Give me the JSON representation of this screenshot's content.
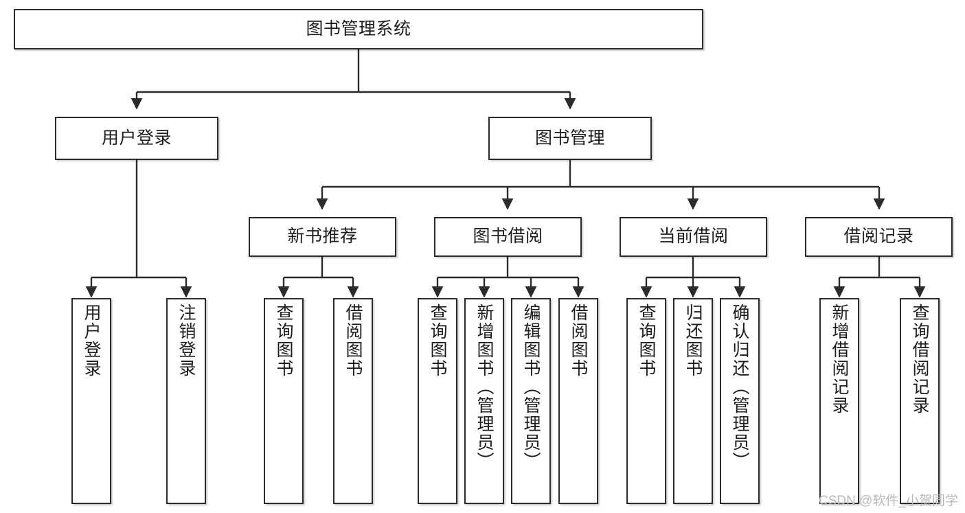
{
  "diagram": {
    "title": "图书管理系统",
    "type": "tree-hierarchy",
    "watermark": "CSDN @软件_小贺同学",
    "colors": {
      "box_border": "#2b2b2b",
      "box_fill": "#ffffff",
      "edge": "#2b2b2b",
      "text": "#1c1c1c",
      "watermark": "#b9b9b9",
      "background": "#ffffff"
    },
    "levels": {
      "root": {
        "id": "root",
        "label": "图书管理系统",
        "orientation": "horizontal"
      },
      "level2": [
        {
          "id": "user-login",
          "label": "用户登录",
          "orientation": "horizontal"
        },
        {
          "id": "book-management",
          "label": "图书管理",
          "orientation": "horizontal"
        }
      ],
      "level3": [
        {
          "id": "new-book-recommend",
          "label": "新书推荐",
          "orientation": "horizontal",
          "parent": "book-management"
        },
        {
          "id": "book-borrow",
          "label": "图书借阅",
          "orientation": "horizontal",
          "parent": "book-management"
        },
        {
          "id": "current-borrow",
          "label": "当前借阅",
          "orientation": "horizontal",
          "parent": "book-management"
        },
        {
          "id": "borrow-record",
          "label": "借阅记录",
          "orientation": "horizontal",
          "parent": "book-management"
        }
      ],
      "leaves": [
        {
          "id": "leaf-user-login",
          "label": "用户登录",
          "orientation": "vertical",
          "parent": "user-login"
        },
        {
          "id": "leaf-logout-login",
          "label": "注销登录",
          "orientation": "vertical",
          "parent": "user-login"
        },
        {
          "id": "leaf-query-book-1",
          "label": "查询图书",
          "orientation": "vertical",
          "parent": "new-book-recommend"
        },
        {
          "id": "leaf-borrow-book-1",
          "label": "借阅图书",
          "orientation": "vertical",
          "parent": "new-book-recommend"
        },
        {
          "id": "leaf-query-book-2",
          "label": "查询图书",
          "orientation": "vertical",
          "parent": "book-borrow"
        },
        {
          "id": "leaf-add-book-admin",
          "label": "新增图书（管理员）",
          "orientation": "vertical",
          "parent": "book-borrow"
        },
        {
          "id": "leaf-edit-book-admin",
          "label": "编辑图书（管理员）",
          "orientation": "vertical",
          "parent": "book-borrow"
        },
        {
          "id": "leaf-borrow-book-2",
          "label": "借阅图书",
          "orientation": "vertical",
          "parent": "book-borrow"
        },
        {
          "id": "leaf-query-book-3",
          "label": "查询图书",
          "orientation": "vertical",
          "parent": "current-borrow"
        },
        {
          "id": "leaf-return-book",
          "label": "归还图书",
          "orientation": "vertical",
          "parent": "current-borrow"
        },
        {
          "id": "leaf-confirm-return-admin",
          "label": "确认归还（管理员）",
          "orientation": "vertical",
          "parent": "current-borrow"
        },
        {
          "id": "leaf-add-borrow-record",
          "label": "新增借阅记录",
          "orientation": "vertical",
          "parent": "borrow-record"
        },
        {
          "id": "leaf-query-borrow-record",
          "label": "查询借阅记录",
          "orientation": "vertical",
          "parent": "borrow-record"
        }
      ]
    }
  }
}
